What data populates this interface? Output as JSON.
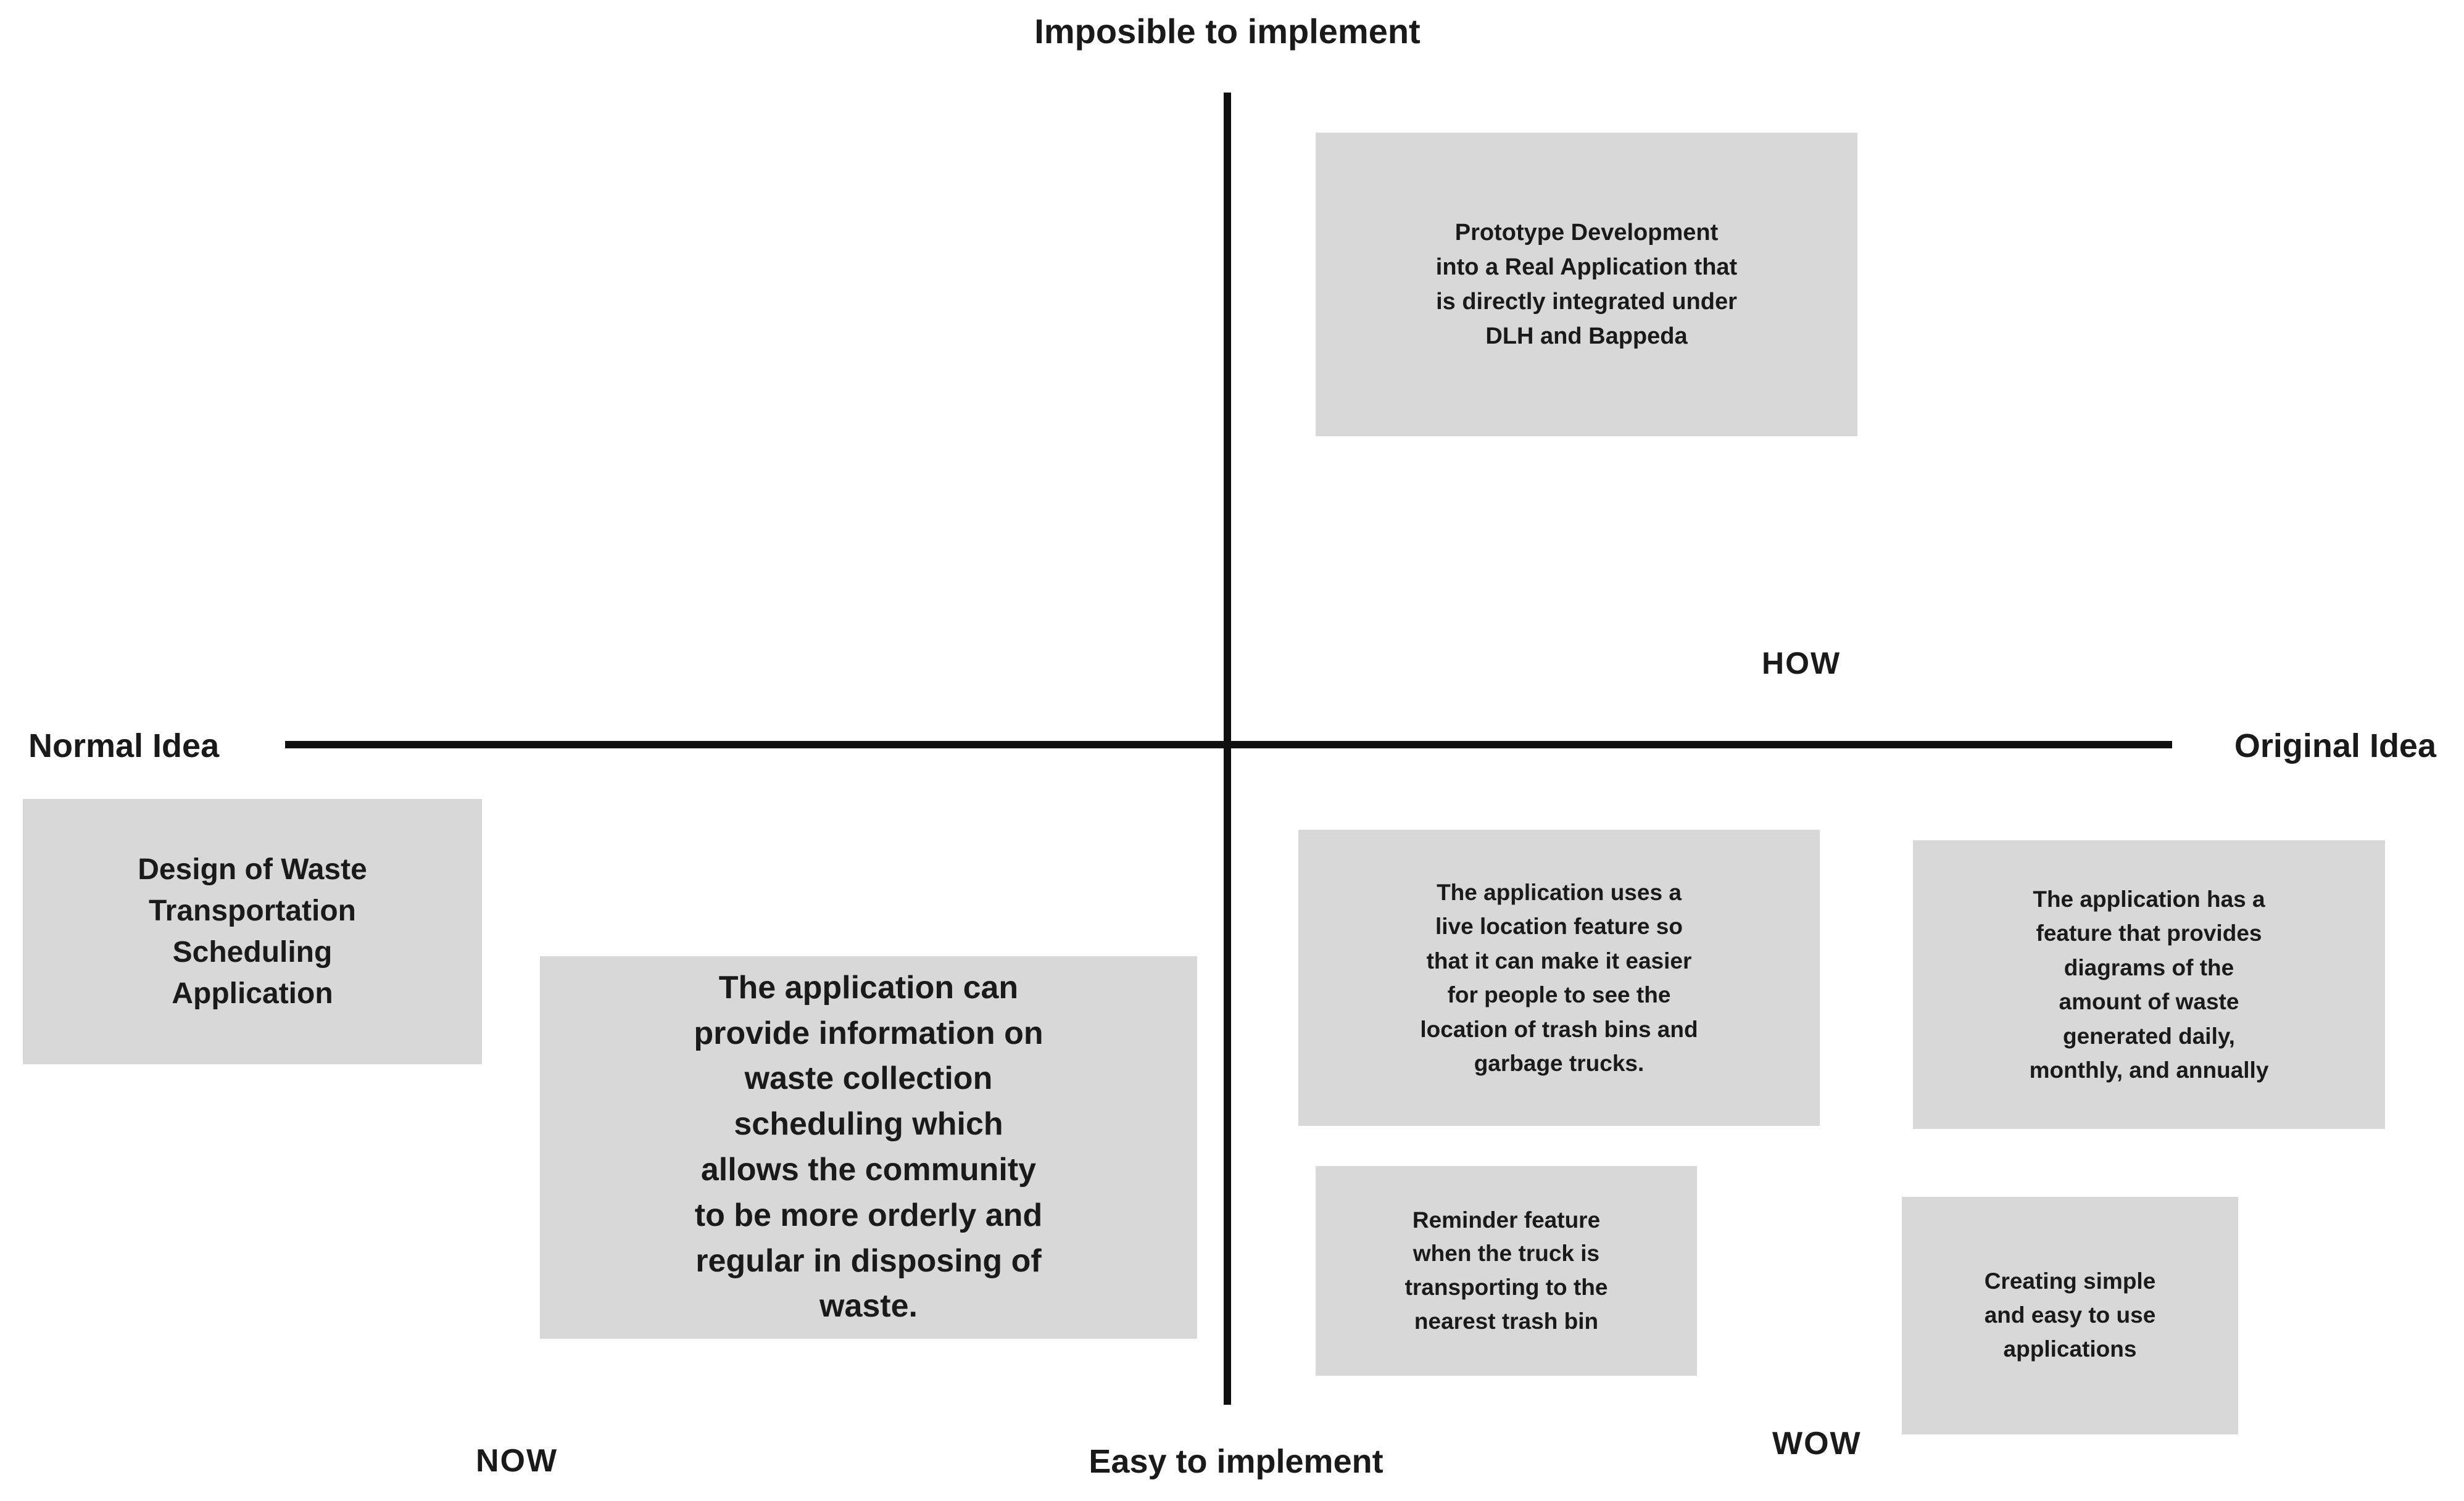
{
  "axes": {
    "top_label": "Imposible to implement",
    "bottom_label": "Easy to implement",
    "left_label": "Normal Idea",
    "right_label": "Original Idea"
  },
  "quadrant_labels": {
    "how": "HOW",
    "now": "NOW",
    "wow": "WOW"
  },
  "notes": {
    "prototype": {
      "lines": [
        "Prototype Development",
        "into a Real Application that",
        "is directly integrated under",
        "DLH and Bappeda"
      ]
    },
    "design": {
      "lines": [
        "Design of Waste",
        "Transportation",
        "Scheduling",
        "Application"
      ]
    },
    "now_box": {
      "lines": [
        "The application can",
        "provide information on",
        "waste collection",
        "scheduling which",
        "allows the community",
        "to be more orderly and",
        "regular in disposing of",
        "waste."
      ]
    },
    "live_location": {
      "lines": [
        "The application uses a",
        "live location feature so",
        "that it can make it easier",
        "for people to see the",
        "location of trash bins and",
        "garbage trucks."
      ]
    },
    "diagrams": {
      "lines": [
        "The application has a",
        "feature that provides",
        "diagrams of the",
        "amount of waste",
        "generated daily,",
        "monthly, and annually"
      ]
    },
    "reminder": {
      "lines": [
        "Reminder feature",
        "when the truck is",
        "transporting to the",
        "nearest trash bin"
      ]
    },
    "creating": {
      "lines": [
        "Creating simple",
        "and easy to use",
        "applications"
      ]
    }
  },
  "colors": {
    "canvas_bg": "#ffffff",
    "note_bg": "#d8d8d8",
    "axis_color": "#0f0f0f",
    "text_color": "#1a1a1a"
  }
}
